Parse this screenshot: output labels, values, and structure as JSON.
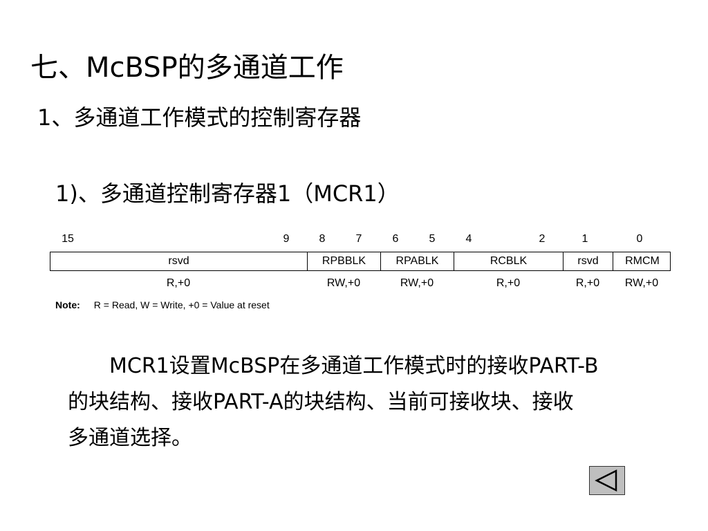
{
  "slide": {
    "title": "七、McBSP的多通道工作",
    "subtitle": "1、多通道工作模式的控制寄存器",
    "section": "1)、多通道控制寄存器1（MCR1）"
  },
  "register": {
    "bit_labels": [
      "15",
      "9",
      "8",
      "7",
      "6",
      "5",
      "4",
      "2",
      "1",
      "0"
    ],
    "fields": [
      {
        "name": "rsvd",
        "access": "R,+0"
      },
      {
        "name": "RPBBLK",
        "access": "RW,+0"
      },
      {
        "name": "RPABLK",
        "access": "RW,+0"
      },
      {
        "name": "RCBLK",
        "access": "R,+0"
      },
      {
        "name": "rsvd",
        "access": "R,+0"
      },
      {
        "name": "RMCM",
        "access": "RW,+0"
      }
    ],
    "note_label": "Note:",
    "note_text": "R = Read, W = Write, +0 = Value at reset"
  },
  "paragraph": {
    "line1": "MCR1设置McBSP在多通道工作模式时的接收PART-B",
    "line2": "的块结构、接收PART-A的块结构、当前可接收块、接收",
    "line3": "多通道选择。"
  },
  "nav": {
    "back_icon": "triangle-left-icon"
  }
}
